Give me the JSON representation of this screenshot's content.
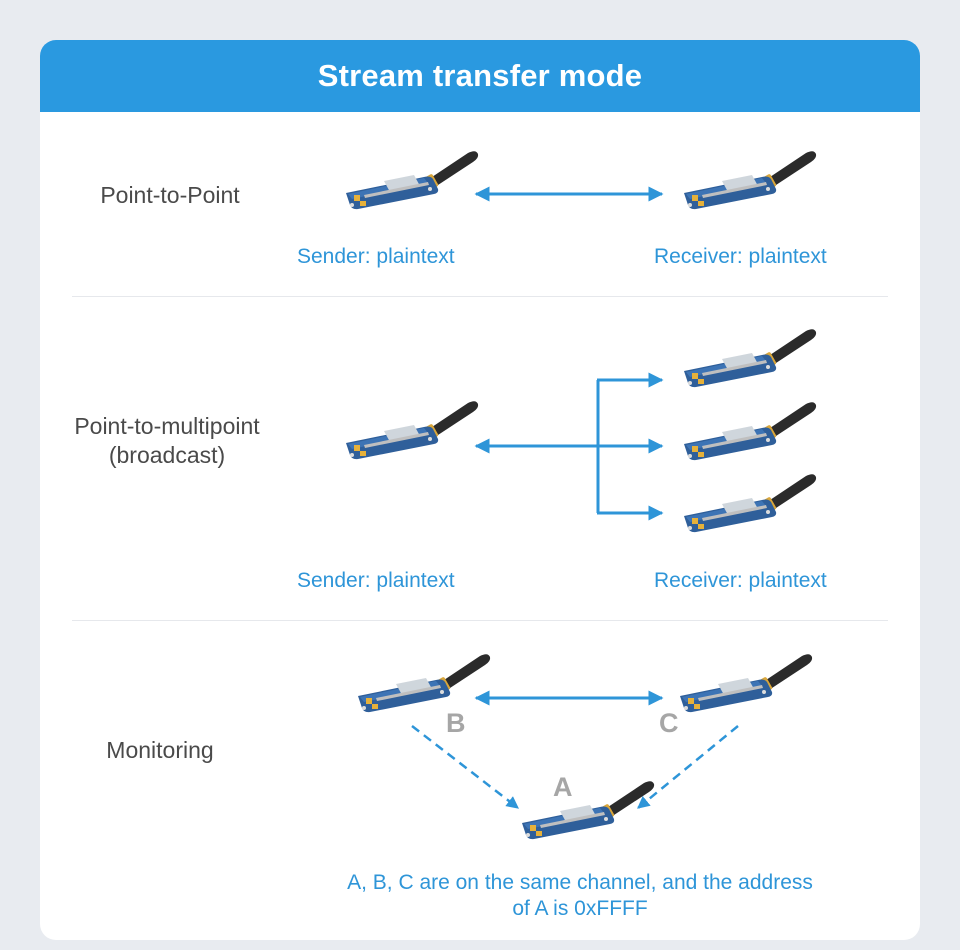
{
  "title": "Stream transfer mode",
  "colors": {
    "header_bg": "#2a99e0",
    "accent": "#2e95d8",
    "label_text": "#4a4a4a",
    "node_letter": "#a6a6a6",
    "page_bg": "#e8ebf0"
  },
  "sections": [
    {
      "label": "Point-to-Point",
      "sender_caption": "Sender: plaintext",
      "receiver_caption": "Receiver: plaintext"
    },
    {
      "label_line1": "Point-to-multipoint",
      "label_line2": "(broadcast)",
      "sender_caption": "Sender: plaintext",
      "receiver_caption": "Receiver: plaintext"
    },
    {
      "label": "Monitoring",
      "nodes": {
        "a": "A",
        "b": "B",
        "c": "C"
      },
      "note_line1": "A, B, C are on the same channel, and the address",
      "note_line2": "of A is 0xFFFF"
    }
  ],
  "icons": {
    "module": "lora-hat-module-icon",
    "arrow_bidirectional": "double-arrow-icon",
    "arrow_dashed": "dashed-arrow-icon"
  }
}
